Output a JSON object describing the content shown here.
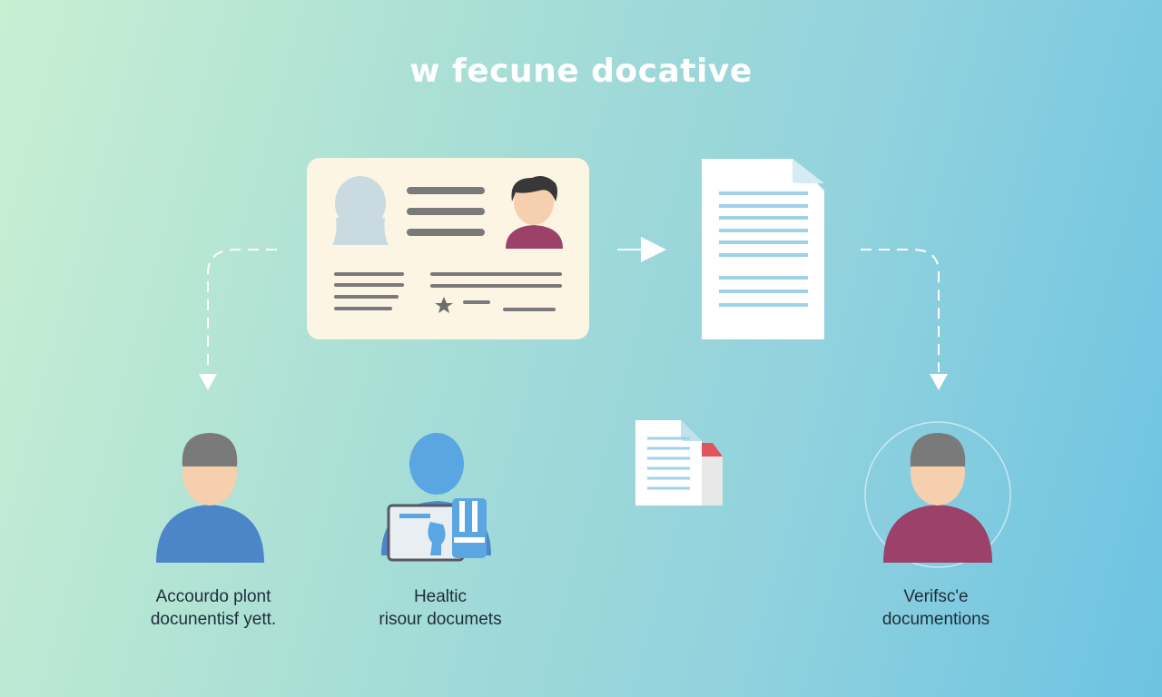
{
  "diagram": {
    "title": "w fecune docative",
    "labels": [
      {
        "line1": "Accourdo plont",
        "line2": "docunentisf yett."
      },
      {
        "line1": "Healtic",
        "line2": "risour documets"
      },
      {
        "line1": "Verifsc'e",
        "line2": "documentions"
      }
    ]
  },
  "colors": {
    "card_bg": "#fcf5e4",
    "doc_lines": "#9fd2e8",
    "person_blue": "#4d86c8",
    "person_purple": "#9b416a",
    "skin": "#f6cfae",
    "hair": "#7a7a7a",
    "accent_red": "#e0545c"
  }
}
